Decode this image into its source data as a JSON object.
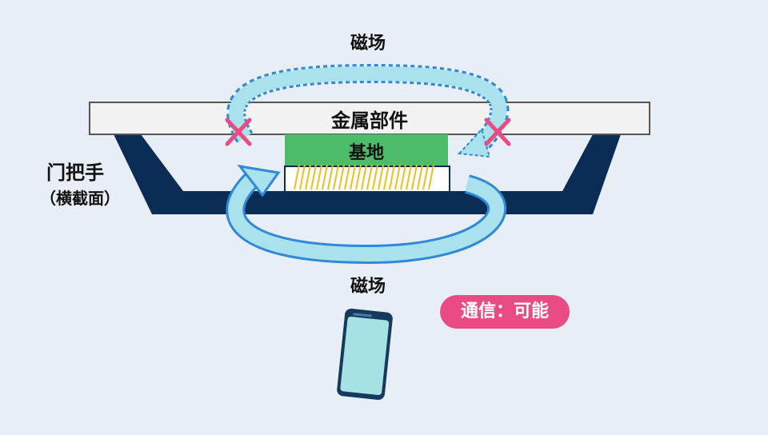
{
  "labels": {
    "top_field": "磁场",
    "metal_part": "金属部件",
    "base": "基地",
    "handle": "门把手",
    "handle_section": "（横截面）",
    "bottom_field": "磁场",
    "communication": "通信：可能"
  },
  "colors": {
    "background": "#e8eef6",
    "handle": "#0b2d55",
    "metal_part": "#f2f2f2",
    "base": "#4cbb6a",
    "coil": "#e8c020",
    "field_arrow": "#a9e2ec",
    "field_outline": "#2f88d8",
    "block_mark": "#ea4b82",
    "phone_screen": "#a6e1e4",
    "phone_frame": "#163a5e",
    "badge": "#ea4b82"
  },
  "icons": {
    "block_marks": "cross-icon",
    "device": "smartphone-icon"
  }
}
